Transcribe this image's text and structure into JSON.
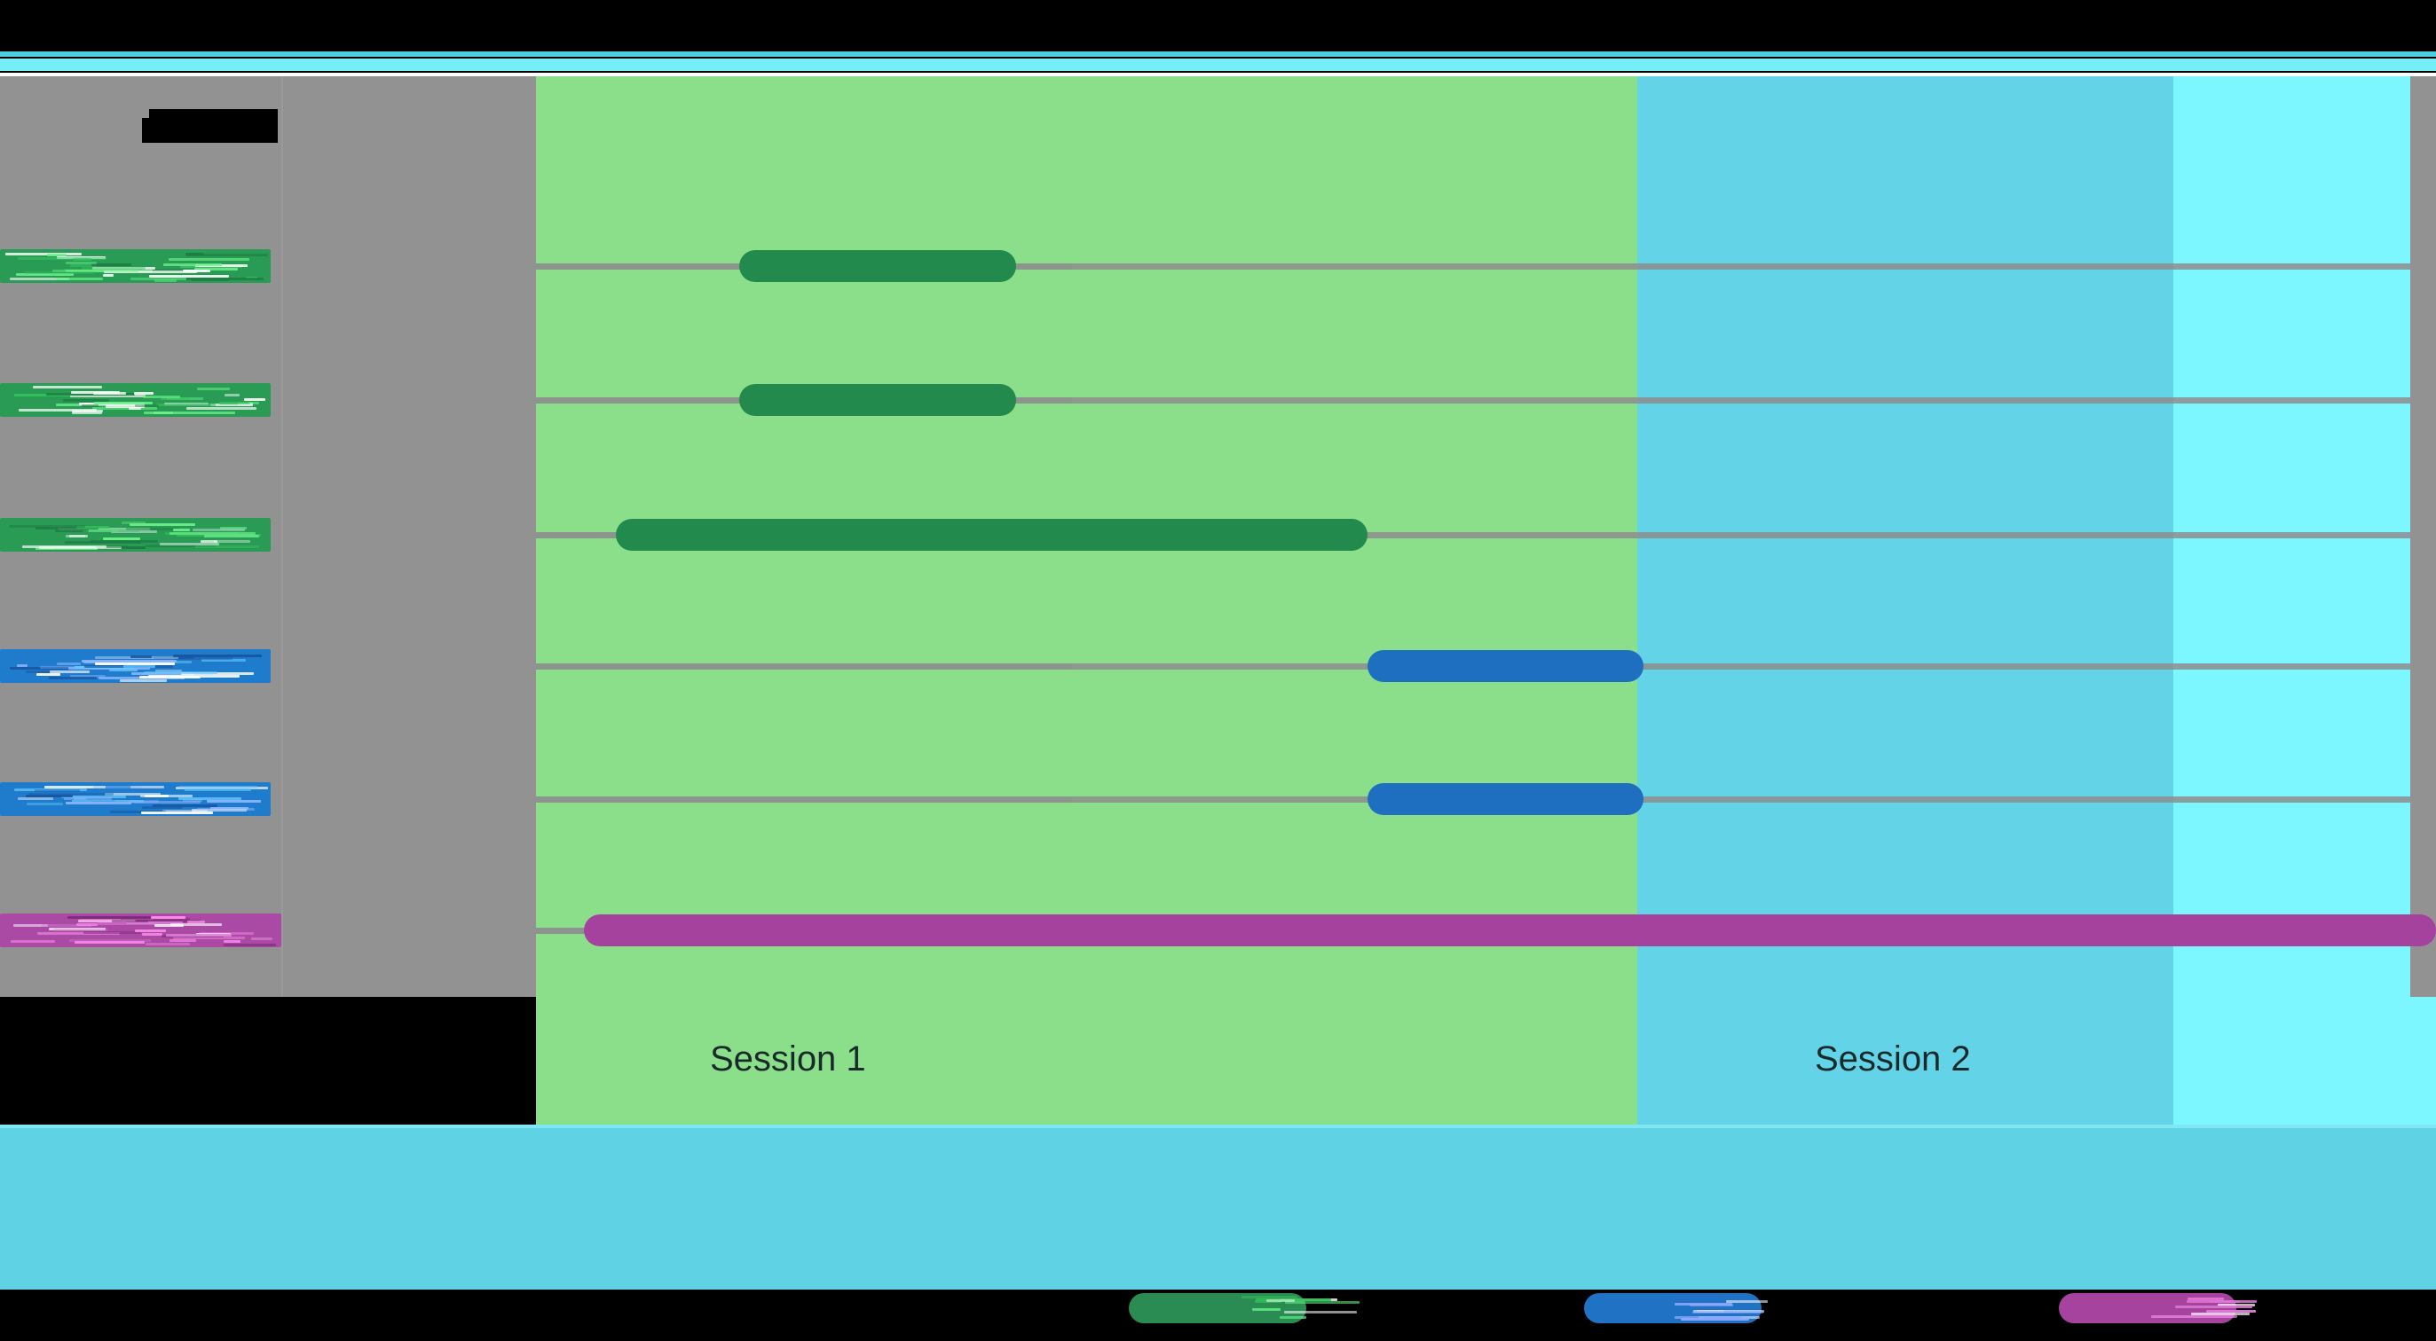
{
  "chart_data": {
    "type": "bar",
    "title": "",
    "xlabel": "",
    "ylabel": "",
    "orientation": "horizontal",
    "grid": true,
    "legend_position": "bottom",
    "xlim": [
      0,
      100
    ],
    "categories": [
      "DataSet A",
      "DataSet A2",
      "DataSet A3",
      "DataSet B",
      "DataSet B2",
      "DataSet C"
    ],
    "series": [
      {
        "name": "DataSet A",
        "color": "#238a4e",
        "bars": [
          {
            "category": "DataSet A",
            "start": 0.0,
            "end": 16.3
          },
          {
            "category": "DataSet A2",
            "start": 0.0,
            "end": 16.3
          },
          {
            "category": "DataSet A3",
            "start": -7.3,
            "end": 37.0
          }
        ]
      },
      {
        "name": "DataSet B",
        "color": "#1f6fc0",
        "bars": [
          {
            "category": "DataSet B",
            "start": 37.0,
            "end": 53.3
          },
          {
            "category": "DataSet B2",
            "start": 37.0,
            "end": 53.3
          }
        ]
      },
      {
        "name": "DataSet C",
        "color": "#a5429e",
        "bars": [
          {
            "category": "DataSet C",
            "start": -9.2,
            "end": 100.0
          }
        ]
      }
    ],
    "bands": [
      {
        "label": "Session 1",
        "color": "#8bdf8b",
        "start": 0.0,
        "end": 58.0
      },
      {
        "label": "Session 2",
        "color": "#63d3e8",
        "start": 58.0,
        "end": 86.2
      },
      {
        "label": "",
        "color": "#7df7ff",
        "start": 86.2,
        "end": 100.0
      }
    ],
    "annotations": []
  },
  "header": {
    "title_redacted": ""
  },
  "plot": {
    "session_labels": [
      {
        "text": "Session 1"
      },
      {
        "text": "Session 2"
      }
    ]
  },
  "y_axis": {
    "tick_labels": [
      {
        "text": "DataSet A",
        "color": "#2a9b55"
      },
      {
        "text": "DataSet A2",
        "color": "#2a9b55"
      },
      {
        "text": "DataSet A3",
        "color": "#2a9b55"
      },
      {
        "text": "DataSet B",
        "color": "#1f7ccd"
      },
      {
        "text": "DataSet B2",
        "color": "#1f7ccd"
      },
      {
        "text": "DataSet C",
        "color": "#aa4aa5"
      }
    ]
  },
  "legend": {
    "items": [
      {
        "label": "DataSet A",
        "color": "#2a8c52"
      },
      {
        "label": "DataSet B",
        "color": "#1f72c4"
      },
      {
        "label": "DataSet C",
        "color": "#a5439e"
      }
    ]
  },
  "colors": {
    "session1": "#8bdf8b",
    "session2": "#63d3e8",
    "session3": "#7df7ff",
    "figure_bg": "#929292",
    "page_bg": "#000000",
    "panel": "#5fd3e4",
    "gridline": "#8d8d8d"
  }
}
